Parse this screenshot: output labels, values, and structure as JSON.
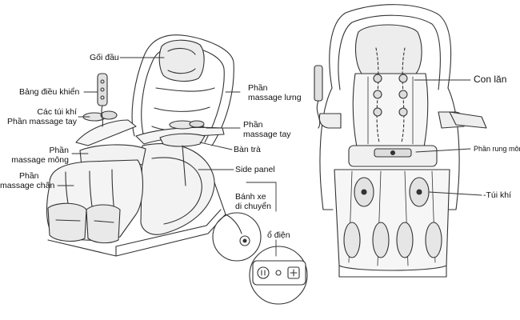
{
  "labels": {
    "headrest": "Gối đầu",
    "remote": "Bảng điều khiển",
    "airbags_line1": "Các túi khí",
    "airbags_line2": "Phần massage tay",
    "back_line1": "Phần",
    "back_line2": "massage lưng",
    "arm_line1": "Phần",
    "arm_line2": "massage tay",
    "seat_line1": "Phần",
    "seat_line2": "massage mông",
    "leg_line1": "Phần",
    "leg_line2": "massage chân",
    "tray": "Bàn trà",
    "side_panel": "Side panel",
    "wheel_line1": "Bánh xe",
    "wheel_line2": "di chuyển",
    "socket": "ổ điện",
    "roller": "Con lăn",
    "seat_vibration": "Phần rung mông",
    "airbag": "-Túi khí"
  }
}
